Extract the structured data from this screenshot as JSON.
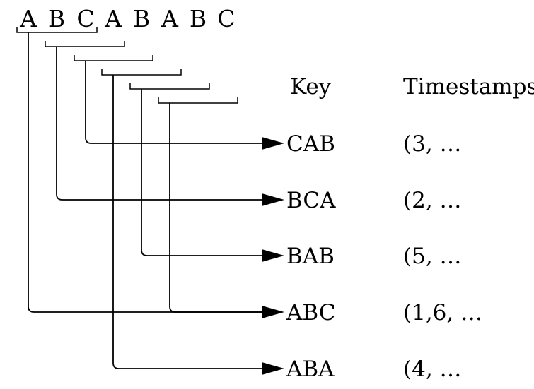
{
  "sequence": [
    "A",
    "B",
    "C",
    "A",
    "B",
    "A",
    "B",
    "C"
  ],
  "headers": {
    "key": "Key",
    "timestamps": "Timestamps"
  },
  "rows": [
    {
      "key": "CAB",
      "timestamps": "(3, …"
    },
    {
      "key": "BCA",
      "timestamps": "(2, …"
    },
    {
      "key": "BAB",
      "timestamps": "(5, …"
    },
    {
      "key": "ABC",
      "timestamps": "(1,6, …"
    },
    {
      "key": "ABA",
      "timestamps": "(4, …"
    }
  ],
  "window_links": [
    {
      "start": 1,
      "row": 3
    },
    {
      "start": 2,
      "row": 1
    },
    {
      "start": 3,
      "row": 0
    },
    {
      "start": 4,
      "row": 4
    },
    {
      "start": 5,
      "row": 2
    },
    {
      "start": 6,
      "row": 3
    }
  ]
}
